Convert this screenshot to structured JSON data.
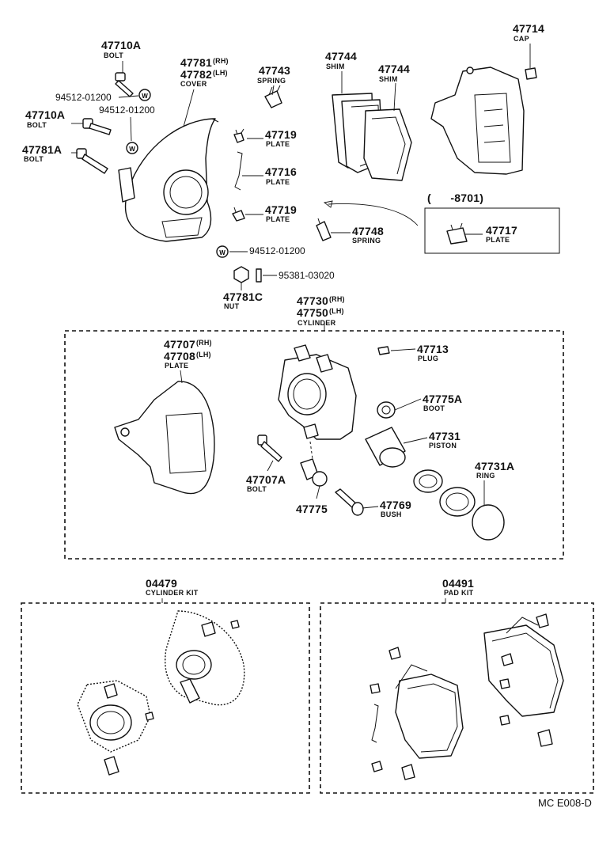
{
  "labels": {
    "p47710A_top": "47710A",
    "bolt_top": "BOLT",
    "p94512_a": "94512-01200",
    "p94512_b": "94512-01200",
    "p47710A_mid": "47710A",
    "bolt_mid": "BOLT",
    "p47781A": "47781A",
    "bolt_low": "BOLT",
    "p47781": "47781",
    "rh_a": "(RH)",
    "p47782": "47782",
    "lh_a": "(LH)",
    "cover": "COVER",
    "p47743": "47743",
    "spring_a": "SPRING",
    "p47744_a": "47744",
    "shim_a": "SHIM",
    "p47744_b": "47744",
    "shim_b": "SHIM",
    "p47714": "47714",
    "cap": "CAP",
    "p47719_a": "47719",
    "plate_a": "PLATE",
    "p47716": "47716",
    "plate_b": "PLATE",
    "p47719_b": "47719",
    "plate_c": "PLATE",
    "range_note": "(      -8701)",
    "p47717": "47717",
    "plate_d": "PLATE",
    "p47748": "47748",
    "spring_b": "SPRING",
    "p94512_c": "94512-01200",
    "p95381": "95381-03020",
    "p47781C": "47781C",
    "nut": "NUT",
    "p47730": "47730",
    "rh_b": "(RH)",
    "p47750": "47750",
    "lh_b": "(LH)",
    "cylinder": "CYLINDER",
    "p47707": "47707",
    "rh_c": "(RH)",
    "p47708": "47708",
    "lh_c": "(LH)",
    "plate_e": "PLATE",
    "p47713": "47713",
    "plug": "PLUG",
    "p47775A": "47775A",
    "boot": "BOOT",
    "p47731": "47731",
    "piston": "PISTON",
    "p47731A": "47731A",
    "ring": "RING",
    "p47707A": "47707A",
    "bolt_cyl": "BOLT",
    "p47775": "47775",
    "p47769": "47769",
    "bush": "BUSH",
    "p04479": "04479",
    "cylinder_kit": "CYLINDER KIT",
    "p04491": "04491",
    "pad_kit": "PAD KIT",
    "figure_code": "MC E008-D"
  },
  "icons": {
    "washer": "W"
  }
}
